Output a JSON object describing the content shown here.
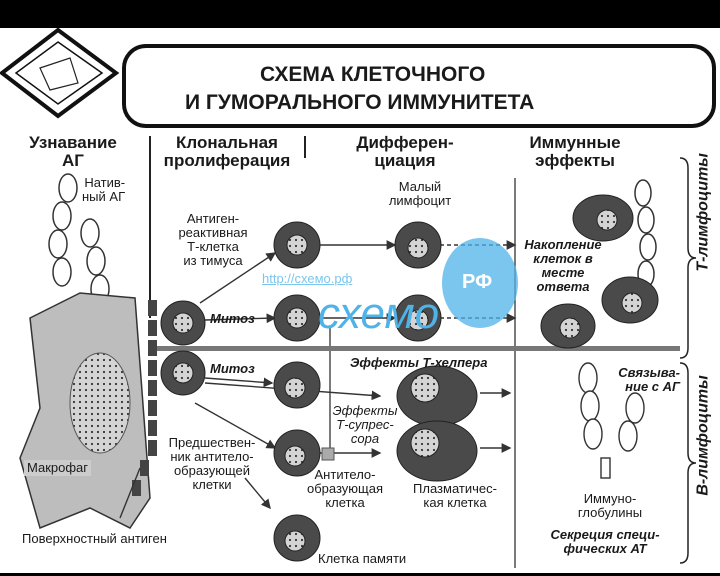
{
  "title": {
    "line1": "СХЕМА КЛЕТОЧНОГО",
    "line2": "И ГУМОРАЛЬНОГО ИММУНИТЕТА"
  },
  "columns": [
    {
      "line1": "Узнавание",
      "line2": "АГ"
    },
    {
      "line1": "Клональная",
      "line2": "пролиферация"
    },
    {
      "line1": "Дифферен-",
      "line2": "циация"
    },
    {
      "line1": "Иммунные",
      "line2": "эффекты"
    }
  ],
  "labels": {
    "native_ag": [
      "Натив-",
      "ный АГ"
    ],
    "t_cell": [
      "Антиген-",
      "реактивная",
      "Т-клетка",
      "из тимуса"
    ],
    "small_lymph": [
      "Малый",
      "лимфоцит"
    ],
    "mitosis_top": "Митоз",
    "mitosis_bottom": "Митоз",
    "accumulation": [
      "Накопление",
      "клеток в",
      "месте",
      "ответа"
    ],
    "t_helper": "Эффекты Т-хелпера",
    "t_suppressor": [
      "Эффекты",
      "Т-супрес-",
      "сора"
    ],
    "binding": [
      "Связыва-",
      "ние с АГ"
    ],
    "precursor": [
      "Предшествен-",
      "ник антитело-",
      "образующей",
      "клетки"
    ],
    "macrophage": "Макрофаг",
    "antibody_cell": [
      "Антитело-",
      "образующая",
      "клетка"
    ],
    "plasma": [
      "Плазматичес-",
      "кая клетка"
    ],
    "immunoglobulins": [
      "Иммуно-",
      "глобулины"
    ],
    "secretion": [
      "Секреция специ-",
      "фических АТ"
    ],
    "surface_ag": "Поверхностный антиген",
    "memory": "Клетка памяти",
    "t_lymph": "Т-лимфоциты",
    "b_lymph": "В-лимфоциты"
  },
  "watermark": {
    "url": "http://схемо.рф",
    "word": "схемо",
    "badge": "РФ"
  },
  "colors": {
    "cell": "#4a4a4a",
    "nucleus": "#cfcfcf",
    "watermark": "#4fb3e8"
  }
}
